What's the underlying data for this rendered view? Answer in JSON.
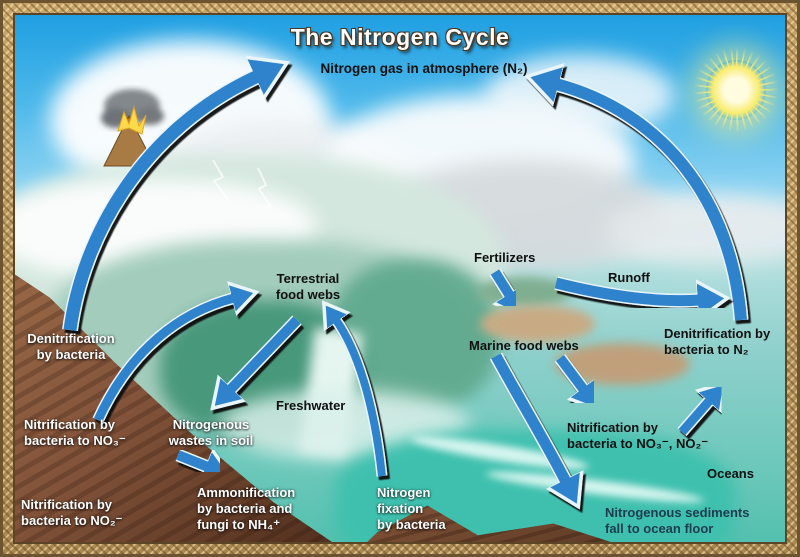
{
  "title": "The Nitrogen Cycle",
  "colors": {
    "arrow_blue": "#2f83cc",
    "arrow_outline": "#e9f5fd",
    "sky_top": "#1f9fe2",
    "ocean": "#8fd0cc",
    "sun": "#f9ec6f",
    "frame": "#c9a66a"
  },
  "labels": {
    "atmosphere": "Nitrogen gas in atmosphere (N₂)",
    "terrestrial_food_webs": "Terrestrial\nfood webs",
    "fertilizers": "Fertilizers",
    "runoff": "Runoff",
    "denitrification_land": "Denitrification\nby bacteria",
    "nitrification_no3_land": "Nitrification by\nbacteria to NO₃⁻",
    "nitrogenous_wastes": "Nitrogenous\nwastes in soil",
    "freshwater": "Freshwater",
    "marine_food_webs": "Marine food webs",
    "denitrification_ocean": "Denitrification by\nbacteria to N₂",
    "nitrification_ocean": "Nitrification by\nbacteria to NO₃⁻, NO₂⁻",
    "oceans": "Oceans",
    "nitrogen_fixation": "Nitrogen\nfixation\nby bacteria",
    "nitrification_no2_land": "Nitrification by\nbacteria to NO₂⁻",
    "ammonification": "Ammonification\nby bacteria and\nfungi to NH₄⁺",
    "sediments": "Nitrogenous sediments\nfall to ocean floor"
  }
}
